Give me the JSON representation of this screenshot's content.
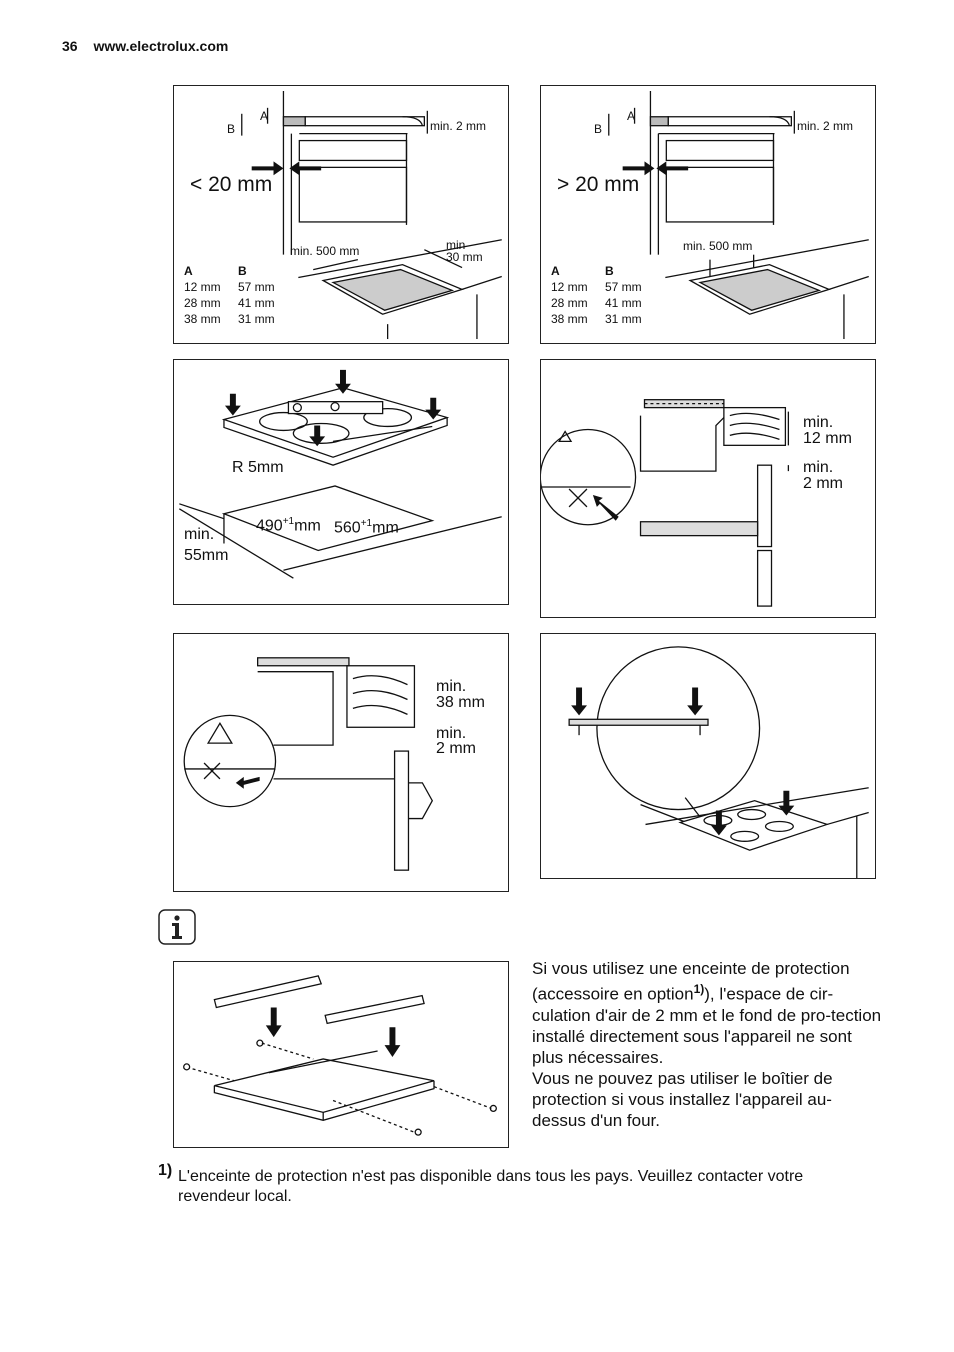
{
  "header": {
    "page_number": "36",
    "site": "www.electrolux.com"
  },
  "panel1": {
    "big_label": "< 20 mm",
    "label_a": "A",
    "label_b": "B",
    "min2": "min. 2 mm",
    "min500": "min. 500 mm",
    "min30_line1": "min",
    "min30_line2": "30 mm",
    "table": {
      "headers": [
        "A",
        "B"
      ],
      "rows": [
        [
          "12 mm",
          "57 mm"
        ],
        [
          "28 mm",
          "41 mm"
        ],
        [
          "38 mm",
          "31 mm"
        ]
      ]
    }
  },
  "panel2": {
    "big_label": "> 20 mm",
    "label_a": "A",
    "label_b": "B",
    "min2": "min. 2 mm",
    "min500": "min. 500 mm",
    "table": {
      "headers": [
        "A",
        "B"
      ],
      "rows": [
        [
          "12 mm",
          "57 mm"
        ],
        [
          "28 mm",
          "41 mm"
        ],
        [
          "38 mm",
          "31 mm"
        ]
      ]
    }
  },
  "panel3": {
    "r5": "R 5mm",
    "dim1": "490",
    "dim1_sup": "+1",
    "dim1_unit": "mm",
    "dim2": "560",
    "dim2_sup": "+1",
    "dim2_unit": "mm",
    "min_line1": "min.",
    "min_line2": "55mm"
  },
  "panel4": {
    "a_line1": "min.",
    "a_line2": "12 mm",
    "b_line1": "min.",
    "b_line2": "2 mm"
  },
  "panel5": {
    "a_line1": "min.",
    "a_line2": "38 mm",
    "b_line1": "min.",
    "b_line2": "2 mm"
  },
  "info": {
    "para1_a": "Si vous utilisez une enceinte de protection (accessoire en option",
    "para1_ref": "1)",
    "para1_b": "), l'espace de cir-culation d'air de 2 mm et le fond de pro-tection installé directement sous l'appareil ne sont plus nécessaires.",
    "para2": "Vous ne pouvez pas utiliser le boîtier de protection si vous installez l'appareil au-dessus d'un four."
  },
  "footnote": {
    "mark": "1)",
    "text": "L'enceinte de protection n'est pas disponible dans tous les pays. Veuillez contacter votre revendeur local."
  },
  "icons": [
    "info-icon",
    "warning-icon",
    "cross-icon",
    "arrow-icon"
  ]
}
